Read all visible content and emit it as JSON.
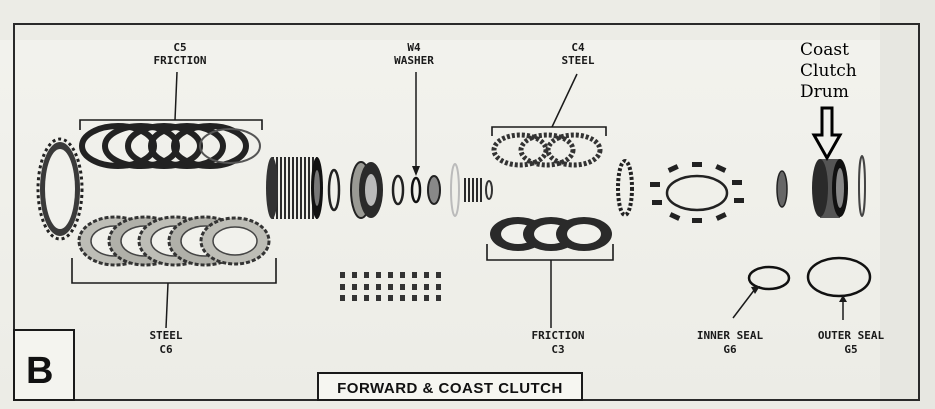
{
  "diagram": {
    "title": "FORWARD & COAST CLUTCH",
    "panel_letter": "B",
    "callout_lines": [
      "Coast",
      "Clutch",
      "Drum"
    ],
    "labels": {
      "c5": {
        "code": "C5",
        "name": "FRICTION"
      },
      "w4": {
        "code": "W4",
        "name": "WASHER"
      },
      "c4": {
        "code": "C4",
        "name": "STEEL"
      },
      "c6": {
        "code": "C6",
        "name": "STEEL"
      },
      "c3": {
        "code": "C3",
        "name": "FRICTION"
      },
      "g6": {
        "code": "G6",
        "name": "INNER SEAL"
      },
      "g5": {
        "code": "G5",
        "name": "OUTER SEAL"
      }
    },
    "colors": {
      "ink": "#1a1a1a",
      "paper": "#f1f1ec",
      "arrow": "#000000"
    }
  }
}
